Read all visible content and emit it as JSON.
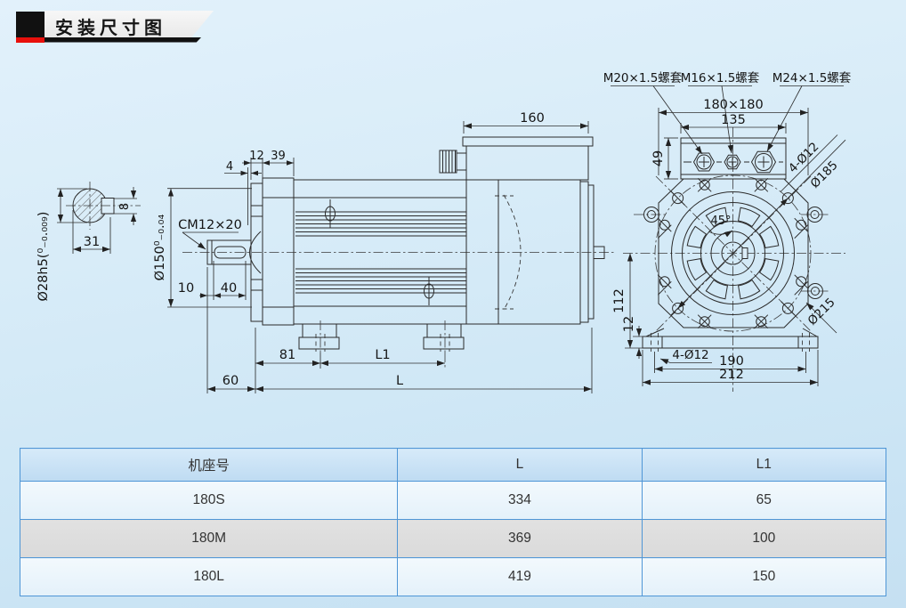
{
  "title": {
    "text": "安装尺寸图"
  },
  "drawing": {
    "shaft_detail": {
      "dia_label": "Ø28h5(⁰₋₀.₀₀₉)",
      "section_width": "31",
      "key_height": "8"
    },
    "side_view": {
      "center_hole": "CM12×20",
      "flange_dia": "Ø150⁰₋₀.₀₄",
      "dim_4": "4",
      "dim_12": "12",
      "dim_39": "39",
      "dim_10": "10",
      "dim_40": "40",
      "box_width": "160",
      "dim_81": "81",
      "dim_l1": "L1",
      "dim_60": "60",
      "dim_l": "L"
    },
    "front_view": {
      "gland_labels": [
        "M20×1.5螺套",
        "M16×1.5螺套",
        "M24×1.5螺套"
      ],
      "dim_180": "180×180",
      "dim_135": "135",
      "dim_49": "49",
      "bolt_holes": "4-Ø12",
      "bolt_circle": "Ø185",
      "angle": "45°",
      "outer_dia": "Ø215",
      "dim_112": "112",
      "dim_12": "12",
      "foot_holes": "4-Ø12",
      "dim_190": "190",
      "dim_212": "212"
    }
  },
  "table": {
    "headers": [
      "机座号",
      "L",
      "L1"
    ],
    "rows": [
      {
        "frame": "180S",
        "l": "334",
        "l1": "65"
      },
      {
        "frame": "180M",
        "l": "369",
        "l1": "100"
      },
      {
        "frame": "180L",
        "l": "419",
        "l1": "150"
      }
    ]
  },
  "colors": {
    "accent_red": "#e8100c",
    "table_border": "#4f96d6",
    "line": "#2b2b2b"
  }
}
